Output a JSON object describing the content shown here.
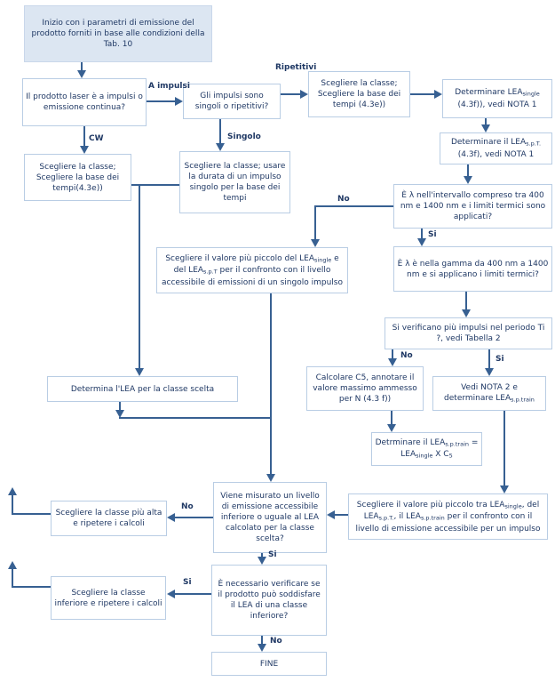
{
  "flowchart": {
    "nodes": {
      "start": "Inizio con i parametri di emissione del prodotto forniti in base alle condizioni della Tab. 10",
      "q_pulse": "Il prodotto laser è a impulsi o emissione continua?",
      "q_single_rep": "Gli impulsi sono singoli o ripetitivi?",
      "class_base_rep": "Scegliere la classe; Scegliere la base dei tempi (4.3e))",
      "cw_class": "Scegliere la classe; Scegliere la base dei tempi(4.3e))",
      "single_class": "Scegliere la classe; usare la durata di un impulso singolo per la base dei tempi",
      "q_lambda1": "È λ nell'intervallo compreso tra 400 nm e 1400 nm e i limiti termici sono applicati?",
      "q_lambda2": "È λ è nella gamma da 400 nm a 1400 nm e si applicano i limiti termici?",
      "q_multi": "Si verificano più impulsi nel periodo Ti ?, vedi Tabella 2",
      "calc_c5": "Calcolare C5, annotare il valore massimo ammesso per N (4.3 f))",
      "determina_lea": "Determina l'LEA per la classe scelta",
      "q_measured": "Viene misurato un livello di emissione accessibile inferiore o uguale al LEA calcolato per la classe scelta?",
      "higher_class": "Scegliere la classe più alta e ripetere i calcoli",
      "q_lower": "È necessario verificare se il prodotto può soddisfare il LEA di una classe inferiore?",
      "lower_class": "Scegliere la classe inferiore e ripetere i calcoli",
      "fine": "FINE"
    },
    "rich_nodes": {
      "det_lea_single": [
        {
          "t": "Determinare LEA"
        },
        {
          "t": "single",
          "s": true
        },
        {
          "t": " (4.3f)), vedi NOTA 1"
        }
      ],
      "det_lea_spt": [
        {
          "t": "Determinare il LEA"
        },
        {
          "t": "s.p.T.",
          "s": true
        },
        {
          "t": " (4.3f), vedi NOTA 1"
        }
      ],
      "min_single": [
        {
          "t": "Scegliere il valore più piccolo del LEA"
        },
        {
          "t": "single",
          "s": true
        },
        {
          "t": " e del LEA"
        },
        {
          "t": "s.p.T",
          "s": true
        },
        {
          "t": " per il confronto con il livello accessibile di emissioni di un singolo impulso"
        }
      ],
      "nota2": [
        {
          "t": "Vedi NOTA 2 e determinare LEA"
        },
        {
          "t": "s.p.train",
          "s": true
        }
      ],
      "det_train": [
        {
          "t": "Detrminare il LEA"
        },
        {
          "t": "s.p.train",
          "s": true
        },
        {
          "t": " = LEA"
        },
        {
          "t": "single",
          "s": true
        },
        {
          "t": " X C"
        },
        {
          "t": "5",
          "s": true
        }
      ],
      "min_tra": [
        {
          "t": "Scegliere il valore più piccolo tra LEA"
        },
        {
          "t": "single",
          "s": true
        },
        {
          "t": ", del LEA"
        },
        {
          "t": "s.p.T.",
          "s": true
        },
        {
          "t": ", il LEA"
        },
        {
          "t": "s.p.train",
          "s": true
        },
        {
          "t": " per il confronto con il livello di emissione accessibile per un impulso"
        }
      ]
    },
    "labels": {
      "a_impulsi": "A impulsi",
      "ripetitivi": "Ripetitivi",
      "cw": "CW",
      "singolo": "Singolo",
      "no_lambda": "No",
      "si_lambda": "Si",
      "no_multi": "No",
      "si_multi": "Si",
      "no_measured": "No",
      "si_measured": "Si",
      "si_lower": "Si",
      "no_lower": "No"
    },
    "colors": {
      "box_border": "#b9cde4",
      "start_fill": "#dce6f2",
      "text": "#1f3864",
      "connector": "#376092"
    }
  }
}
